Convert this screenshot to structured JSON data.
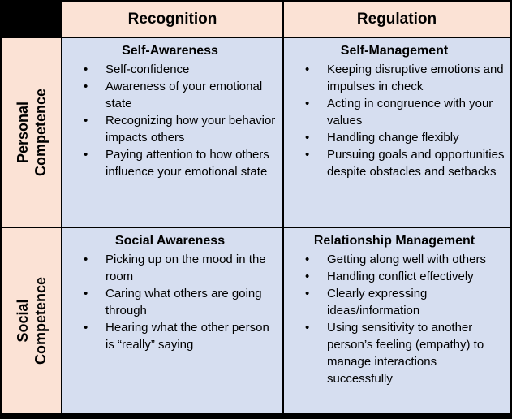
{
  "matrix": {
    "column_headers": [
      {
        "label": "Recognition"
      },
      {
        "label": "Regulation"
      }
    ],
    "row_headers": [
      {
        "line1": "Personal",
        "line2": "Competence"
      },
      {
        "line1": "Social",
        "line2": "Competence"
      }
    ],
    "quadrants": [
      {
        "title": "Self-Awareness",
        "bullets": [
          "Self-confidence",
          "Awareness of your emotional state",
          "Recognizing how your behavior impacts others",
          "Paying attention to how others influence your emotional state"
        ]
      },
      {
        "title": "Self-Management",
        "bullets": [
          "Keeping disruptive emotions and impulses in check",
          "Acting in congruence with your values",
          "Handling change flexibly",
          "Pursuing goals and opportunities despite obstacles and setbacks"
        ]
      },
      {
        "title": "Social Awareness",
        "bullets": [
          "Picking up on the mood in the room",
          "Caring what others are going through",
          "Hearing what the other person is “really” saying"
        ]
      },
      {
        "title": "Relationship Management",
        "bullets": [
          "Getting along well with others",
          "Handling conflict effectively",
          "Clearly expressing ideas/information",
          "Using sensitivity to another person’s feeling (empathy) to manage interactions successfully"
        ]
      }
    ],
    "colors": {
      "header_bg": "#FBE2D5",
      "quadrant_bg": "#D6DEF0",
      "border": "#000000"
    }
  }
}
